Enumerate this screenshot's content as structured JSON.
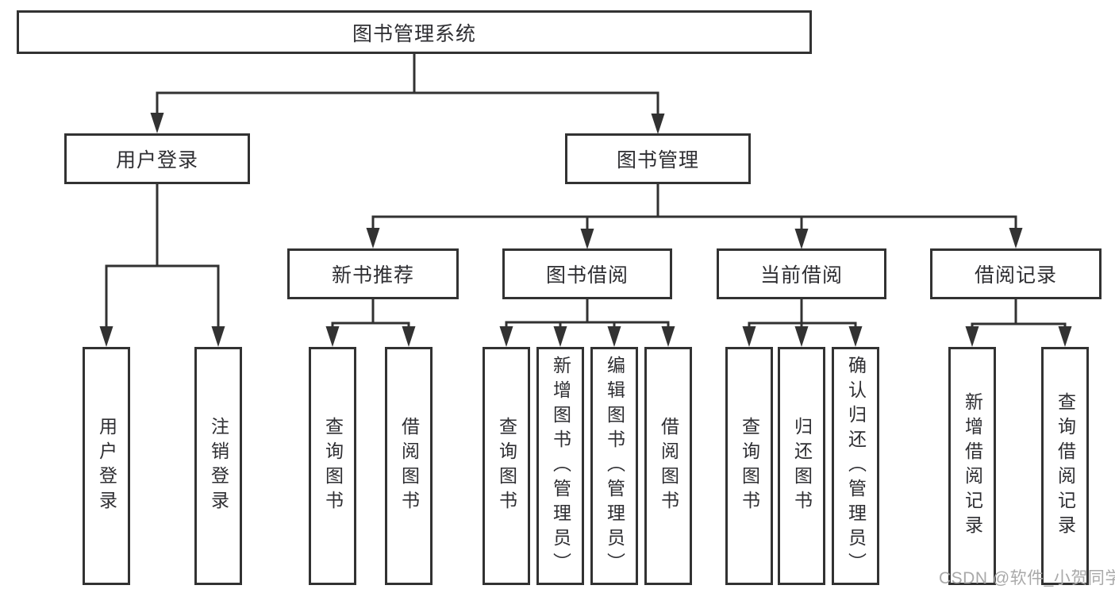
{
  "watermark": "CSDN @软件_小贺同学",
  "colors": {
    "line": "#323232",
    "box_border": "#323232",
    "text": "#2e2e32",
    "watermark": "#a9a9a9",
    "background": "#ffffff"
  },
  "tree": {
    "root": {
      "label": "图书管理系统"
    },
    "level2": [
      {
        "label": "用户登录",
        "children": [
          {
            "label": "用户登录"
          },
          {
            "label": "注销登录"
          }
        ]
      },
      {
        "label": "图书管理",
        "children": [
          {
            "label": "新书推荐",
            "children": [
              {
                "label": "查询图书"
              },
              {
                "label": "借阅图书"
              }
            ]
          },
          {
            "label": "图书借阅",
            "children": [
              {
                "label": "查询图书"
              },
              {
                "label": "新增图书（管理员）"
              },
              {
                "label": "编辑图书（管理员）"
              },
              {
                "label": "借阅图书"
              }
            ]
          },
          {
            "label": "当前借阅",
            "children": [
              {
                "label": "查询图书"
              },
              {
                "label": "归还图书"
              },
              {
                "label": "确认归还（管理员）"
              }
            ]
          },
          {
            "label": "借阅记录",
            "children": [
              {
                "label": "新增借阅记录"
              },
              {
                "label": "查询借阅记录"
              }
            ]
          }
        ]
      }
    ]
  }
}
